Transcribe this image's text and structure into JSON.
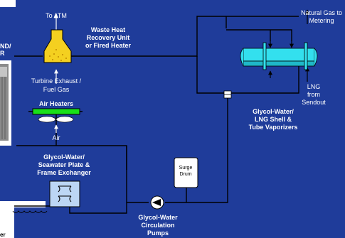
{
  "diagram": {
    "colors": {
      "background": "#1f3c9a",
      "pipe": "#000000",
      "heater": "#f4d020",
      "air_heater_bar": "#19e019",
      "vaporizer": "#33e0ee",
      "exchanger": "#bcd6f4",
      "surge_drum": "#ffffff",
      "page": "#ffffff"
    },
    "labels": {
      "to_atm": "To ATM",
      "waste_heat_l1": "Waste Heat",
      "waste_heat_l2": "Recovery Unit",
      "waste_heat_l3": "or Fired Heater",
      "cut_left_1": "ND/",
      "cut_left_2": "R",
      "turbine_l1": "Turbine Exhaust /",
      "turbine_l2": "Fuel Gas",
      "air_heaters": "Air Heaters",
      "air": "Air",
      "natural_gas_l1": "Natural Gas to",
      "natural_gas_l2": "Metering",
      "lng_l1": "LNG",
      "lng_l2": "from",
      "lng_l3": "Sendout",
      "vaporizer_l1": "Glycol-Water/",
      "vaporizer_l2": "LNG Shell &",
      "vaporizer_l3": "Tube Vaporizers",
      "exchanger_l1": "Glycol-Water/",
      "exchanger_l2": "Seawater Plate &",
      "exchanger_l3": "Frame Exchanger",
      "surge_l1": "Surge",
      "surge_l2": "Drum",
      "pumps_l1": "Glycol-Water",
      "pumps_l2": "Circulation",
      "pumps_l3": "Pumps",
      "cut_bottom": "er"
    }
  }
}
